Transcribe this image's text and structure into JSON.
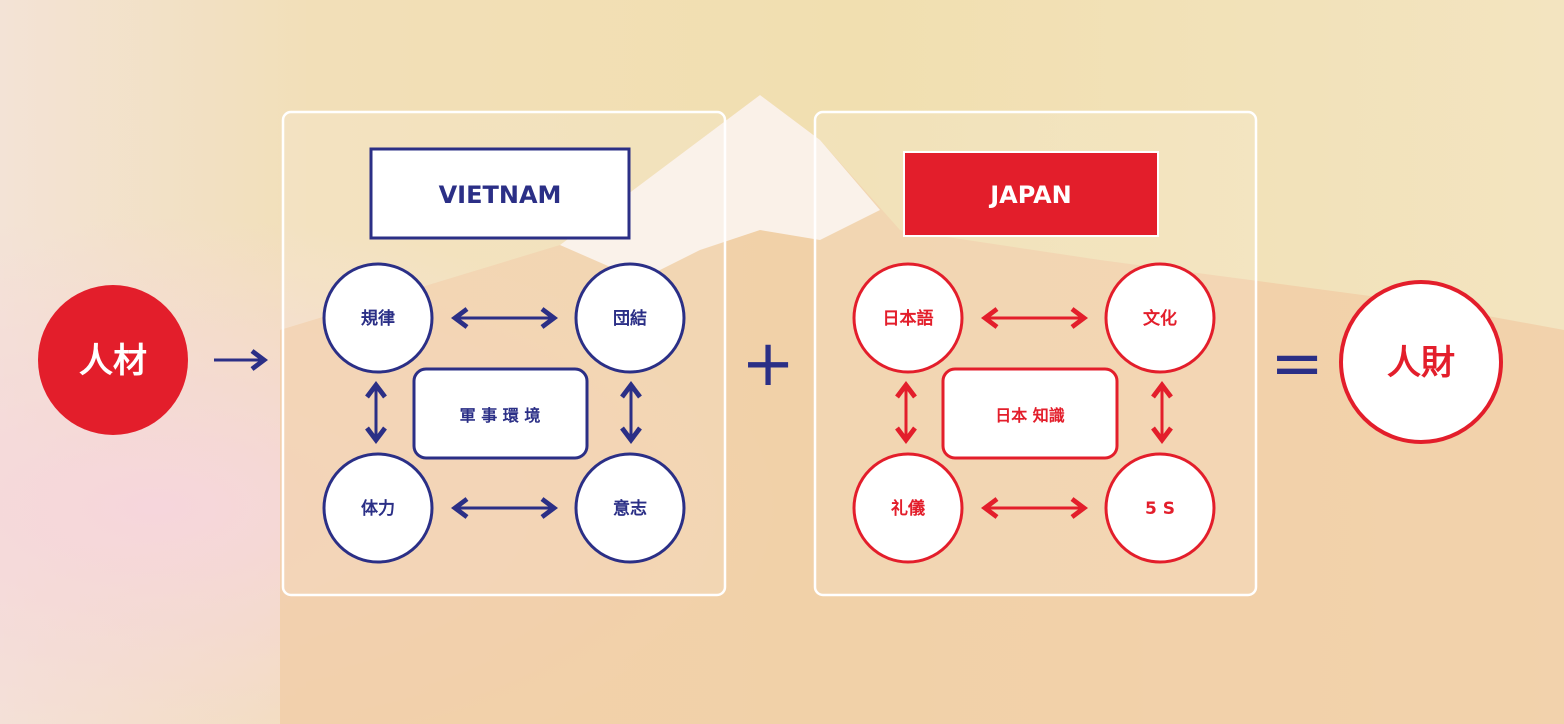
{
  "input": {
    "label": "人材"
  },
  "output": {
    "label": "人財"
  },
  "operators": {
    "plus": "+",
    "equals": "="
  },
  "vietnam": {
    "title": "VIETNAM",
    "center": "軍 事 環 境",
    "nodes": [
      "規律",
      "団結",
      "体力",
      "意志"
    ]
  },
  "japan": {
    "title": "JAPAN",
    "center": "日本 知識",
    "nodes": [
      "日本語",
      "文化",
      "礼儀",
      "5 S"
    ]
  },
  "colors": {
    "navy": "#2b2f86",
    "red": "#e31e2b"
  }
}
